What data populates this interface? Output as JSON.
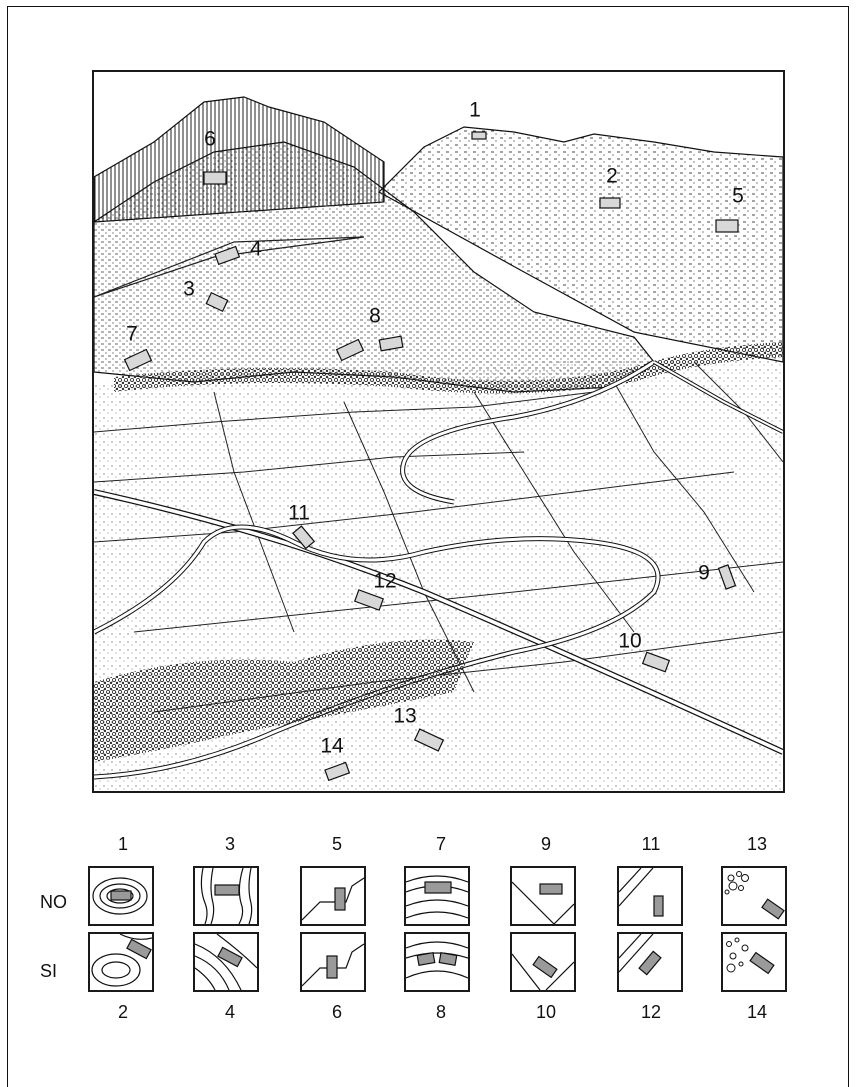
{
  "landscape": {
    "house_labels": [
      "1",
      "2",
      "3",
      "4",
      "5",
      "6",
      "7",
      "8",
      "9",
      "10",
      "11",
      "12",
      "13",
      "14"
    ]
  },
  "key": {
    "row_labels": {
      "top": "NO",
      "bottom": "SI"
    },
    "top_numbers": [
      "1",
      "3",
      "5",
      "7",
      "9",
      "11",
      "13"
    ],
    "bottom_numbers": [
      "2",
      "4",
      "6",
      "8",
      "10",
      "12",
      "14"
    ]
  },
  "colors": {
    "ink": "#1a1a1a",
    "house_fill": "#9a9a9a",
    "paper": "#ffffff"
  }
}
